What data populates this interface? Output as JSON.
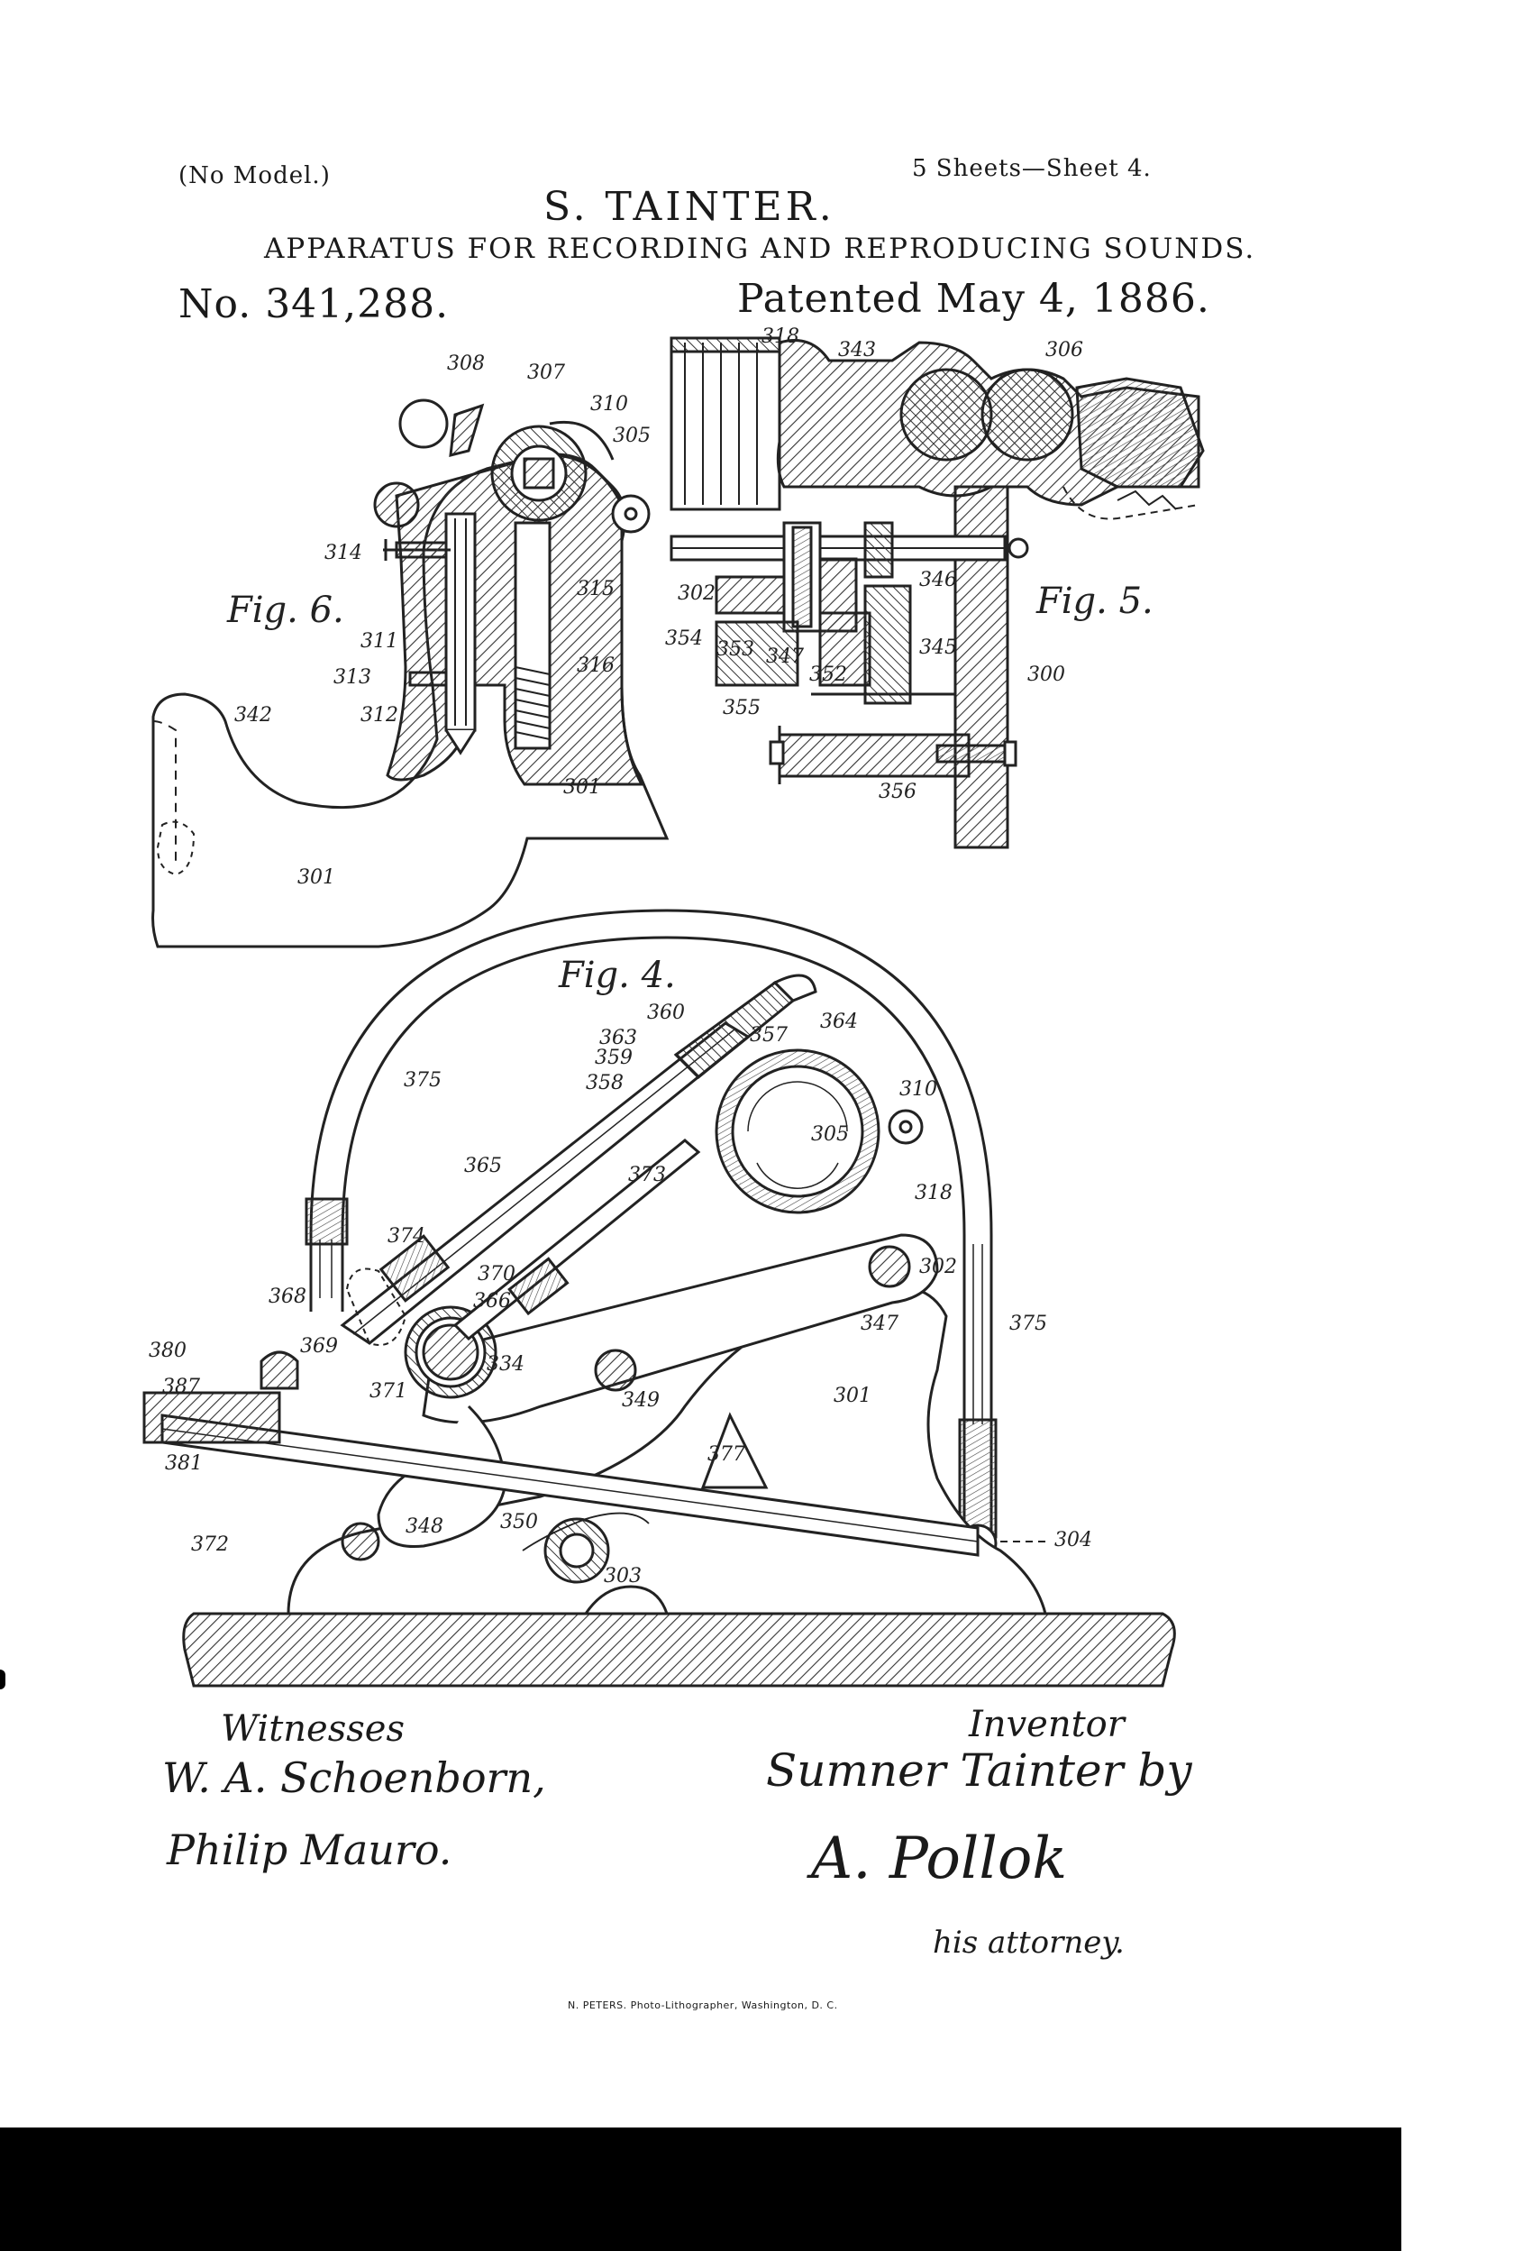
{
  "header": {
    "no_model": "(No Model.)",
    "sheets": "5 Sheets—Sheet 4.",
    "inventor_name": "S. TAINTER.",
    "title": "APPARATUS FOR RECORDING AND REPRODUCING SOUNDS.",
    "patent_number": "No. 341,288.",
    "patent_date": "Patented May 4, 1886."
  },
  "figures": {
    "fig6": "Fig. 6.",
    "fig5": "Fig. 5.",
    "fig4": "Fig. 4."
  },
  "reference_numerals": {
    "fig6": [
      "308",
      "307",
      "310",
      "305",
      "314",
      "311",
      "313",
      "312",
      "315",
      "316",
      "342",
      "301",
      "301"
    ],
    "fig5": [
      "318",
      "343",
      "306",
      "302",
      "346",
      "354",
      "353",
      "347",
      "352",
      "345",
      "300",
      "355",
      "356"
    ],
    "fig4": [
      "360",
      "364",
      "363",
      "357",
      "359",
      "358",
      "310",
      "305",
      "375",
      "365",
      "373",
      "318",
      "374",
      "302",
      "370",
      "366",
      "368",
      "347",
      "375",
      "380",
      "369",
      "334",
      "387",
      "371",
      "349",
      "301",
      "381",
      "377",
      "372",
      "348",
      "350",
      "304",
      "303"
    ]
  },
  "signatures": {
    "witnesses_label": "Witnesses",
    "witness_1": "W. A. Schoenborn,",
    "witness_2": "Philip Mauro.",
    "inventor_label": "Inventor",
    "inventor_signature": "Sumner Tainter by",
    "attorney_signature": "A. Pollok",
    "attorney_label": "his attorney."
  },
  "footer": {
    "lithographer": "N. PETERS. Photo-Lithographer, Washington, D. C."
  }
}
